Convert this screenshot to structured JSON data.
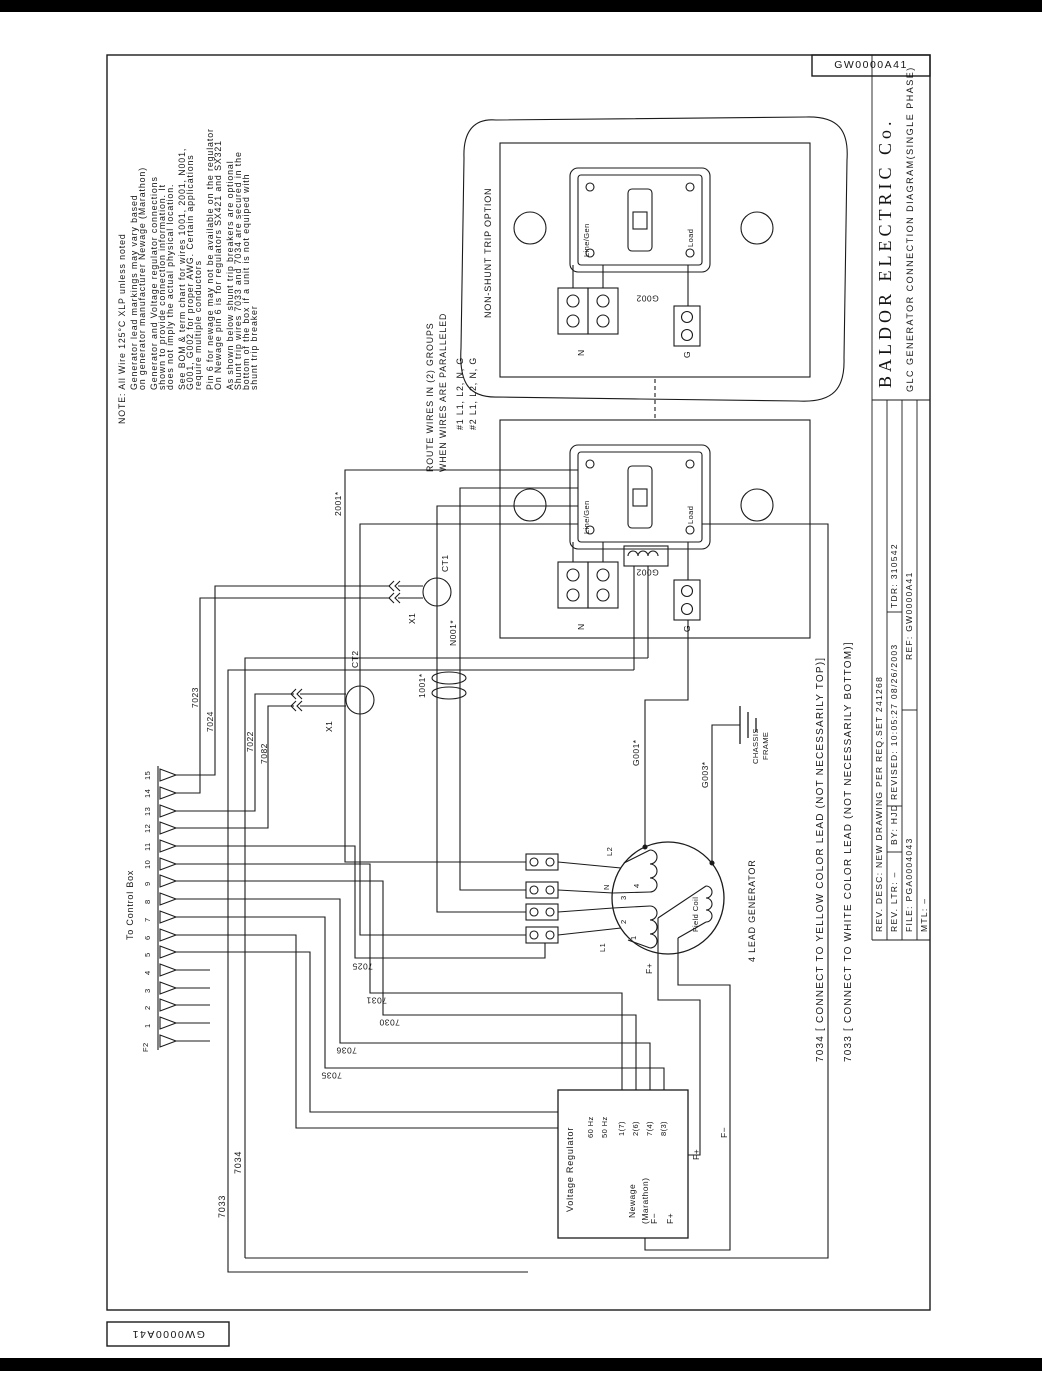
{
  "doc": {
    "number": "GW0000A41",
    "number_bottom": "GW0000A41"
  },
  "title_block": {
    "company": "BALDOR  ELECTRIC  Co.",
    "drawing_title": "GLC GENERATOR CONNECTION DIAGRAM(SINGLE PHASE)",
    "rev_desc": "REV. DESC:  NEW DRAWING PER REQ.SET 241268",
    "rev_ltr": "REV. LTR: –",
    "by": "BY:  HJD",
    "revised": "REVISED: 10:05:27  08/26/2003",
    "tdr": "TDR: 310542",
    "file": "FILE: PGA0004043",
    "ref": "REF:  GW0000A41",
    "mtl": "MTL: –"
  },
  "notes": {
    "lines": [
      "NOTE:    All Wire 125°C XLP unless noted",
      "Generator lead markings may vary based",
      "on generator manufacturer Newage (Marathon)",
      "Generator and Voltage regulator connections",
      "shown to  provide connection information.  It",
      "does not imply the actual physical location.",
      "See BOM & term chart for wires 1001, 2001, N001,",
      "G001, G002 for proper AWG.  Certain applications",
      "require multiple conductors",
      "Pin 6 for newage may not be available on the regulator",
      "On Newage pin 6 is for regulators SX421 and SX321",
      "As shown below shunt trip breakers are optional",
      "Shunt trip wires 7033 and 7034 are secured in the",
      "bottom of the box if a unit is not equiped with",
      "shunt trip breaker"
    ]
  },
  "annotations": {
    "route1": "ROUTE WIRES IN (2) GROUPS",
    "route2": "WHEN WIRES ARE PARALLELED",
    "route3": "#1 L1, L2, N, G",
    "route4": "#2 L1, L2, N, G",
    "non_shunt": "NON-SHUNT TRIP OPTION",
    "note_7034": "7034 [ CONNECT TO YELLOW COLOR LEAD (NOT NECESSARILY TOP)]",
    "note_7033": "7033 [ CONNECT TO WHITE COLOR LEAD (NOT NECESSARILY BOTTOM)]"
  },
  "wires": {
    "w2001": "2001*",
    "w1001": "1001*",
    "wN001": "N001*",
    "wG001": "G001*",
    "wG003": "G003*",
    "w7023": "7023",
    "w7024": "7024",
    "w7022": "7022",
    "w7082": "7082",
    "w7025": "7025",
    "w7031": "7031",
    "w7030": "7030",
    "w7036": "7036",
    "w7035": "7035",
    "w7034": "7034",
    "w7033": "7033",
    "ct1": "CT1",
    "ct2": "CT2",
    "x1a": "X1",
    "x1b": "X1",
    "g002a": "G002",
    "g002b": "G002"
  },
  "control_box": {
    "label": "To Control Box",
    "terminals": [
      "1",
      "2",
      "3",
      "4",
      "5",
      "6",
      "7",
      "8",
      "9",
      "10",
      "11",
      "12",
      "13",
      "14",
      "15"
    ],
    "f2": "F2"
  },
  "breaker": {
    "line_gen": "Line/Gen",
    "load": "Load",
    "n_label": "N",
    "g_label": "G"
  },
  "generator": {
    "label": "4 LEAD GENERATOR",
    "field_coil": "Field Coil",
    "l1": "L1",
    "l2": "L2",
    "n": "N",
    "t1": "1",
    "t2": "2",
    "t3": "3",
    "t4": "4",
    "fplus_a": "F+",
    "fplus_b": "F+",
    "fminus_a": "F−"
  },
  "chassis": {
    "line1": "CHASSIS",
    "line2": "FRAME"
  },
  "regulator": {
    "label": "Voltage Regulator",
    "brand1": "Newage",
    "brand2": "(Marathon)",
    "hz60": "60 Hz",
    "hz50": "50 Hz",
    "pin1": "1(7)",
    "pin2": "2(6)",
    "pin3": "7(4)",
    "pin4": "8(3)",
    "fminus": "F−",
    "fplus": "F+"
  }
}
